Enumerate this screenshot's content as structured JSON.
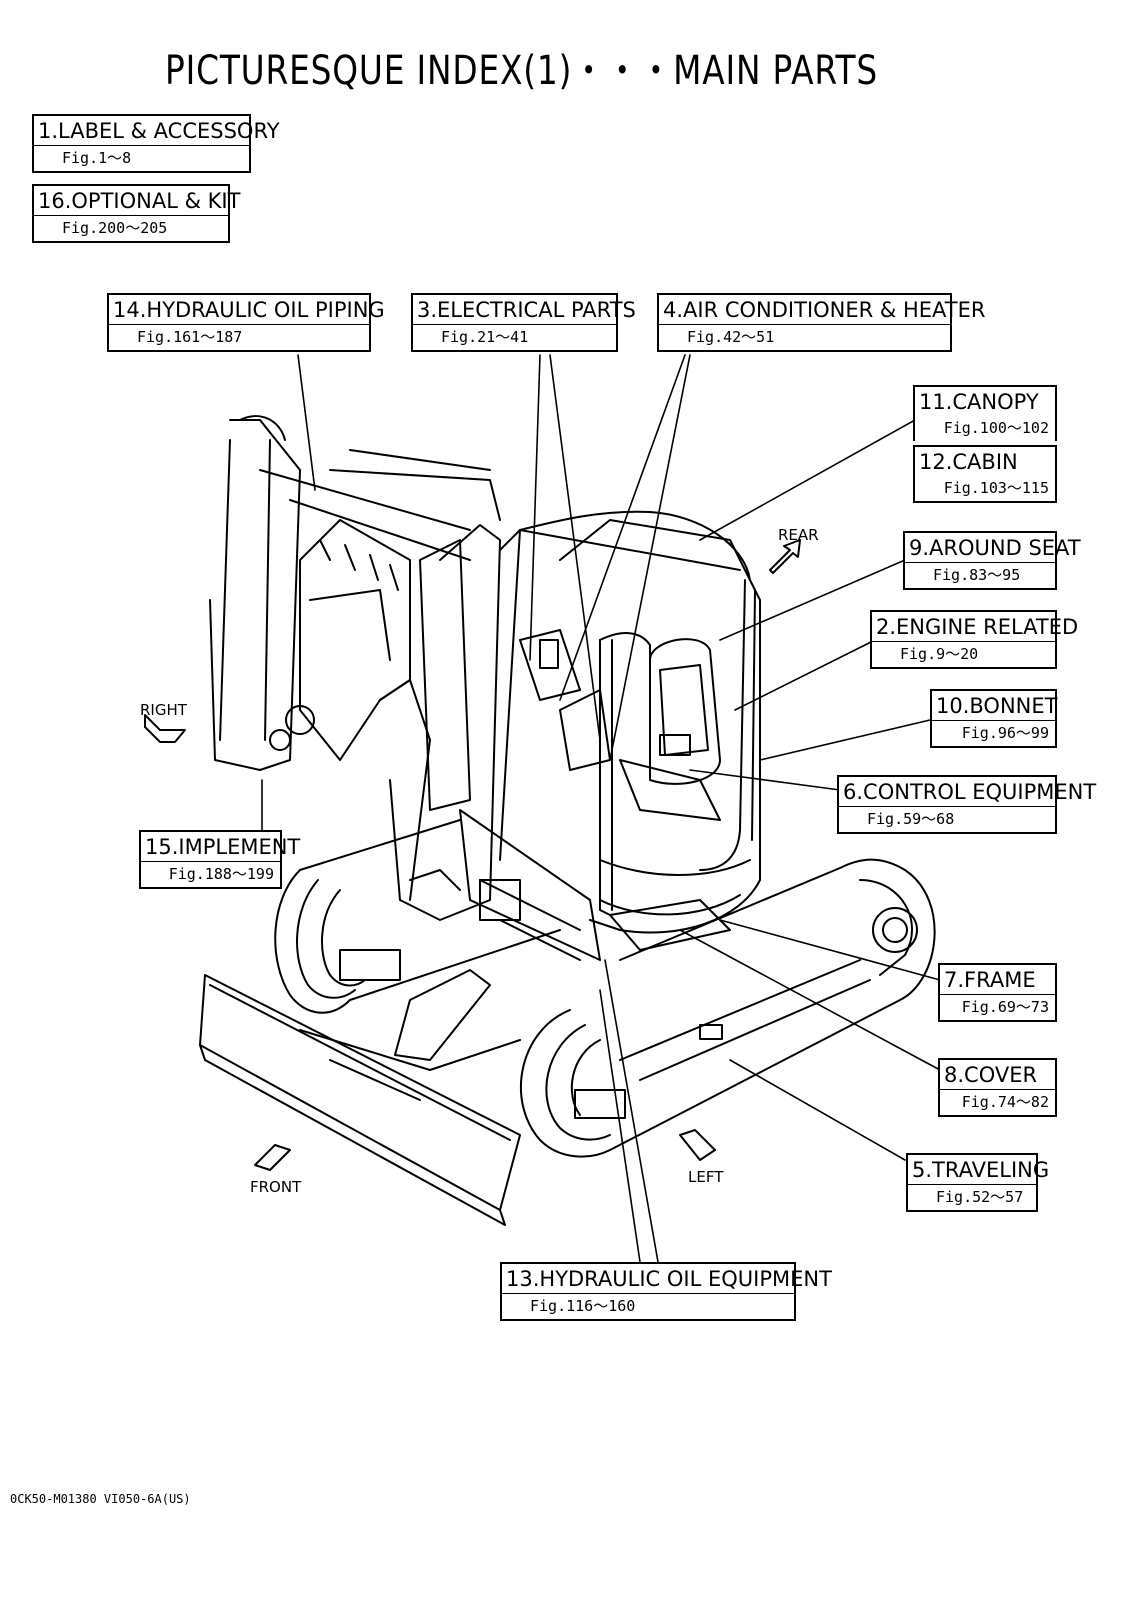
{
  "title": "PICTURESQUE INDEX(1)・・・MAIN PARTS",
  "labels": {
    "label_accessory": {
      "name": "1.LABEL & ACCESSORY",
      "fig": "Fig.1～8"
    },
    "optional_kit": {
      "name": "16.OPTIONAL & KIT",
      "fig": "Fig.200～205"
    },
    "hydraulic_oil_piping": {
      "name": "14.HYDRAULIC OIL PIPING",
      "fig": "Fig.161～187"
    },
    "electrical_parts": {
      "name": "3.ELECTRICAL PARTS",
      "fig": "Fig.21～41"
    },
    "air_conditioner": {
      "name": "4.AIR CONDITIONER & HEATER",
      "fig": "Fig.42～51"
    },
    "canopy": {
      "name": "11.CANOPY",
      "fig": "Fig.100～102"
    },
    "cabin": {
      "name": "12.CABIN",
      "fig": "Fig.103～115"
    },
    "around_seat": {
      "name": "9.AROUND SEAT",
      "fig": "Fig.83～95"
    },
    "engine_related": {
      "name": "2.ENGINE RELATED",
      "fig": "Fig.9～20"
    },
    "bonnet": {
      "name": "10.BONNET",
      "fig": "Fig.96～99"
    },
    "control_equipment": {
      "name": "6.CONTROL EQUIPMENT",
      "fig": "Fig.59～68"
    },
    "implement": {
      "name": "15.IMPLEMENT",
      "fig": "Fig.188～199"
    },
    "frame": {
      "name": "7.FRAME",
      "fig": "Fig.69～73"
    },
    "cover": {
      "name": "8.COVER",
      "fig": "Fig.74～82"
    },
    "traveling": {
      "name": "5.TRAVELING",
      "fig": "Fig.52～57"
    },
    "hydraulic_oil_equipment": {
      "name": "13.HYDRAULIC OIL EQUIPMENT",
      "fig": "Fig.116～160"
    }
  },
  "directions": {
    "rear": "REAR",
    "right": "RIGHT",
    "front": "FRONT",
    "left": "LEFT"
  },
  "footer": "0CK50-M01380 VI050-6A(US)"
}
